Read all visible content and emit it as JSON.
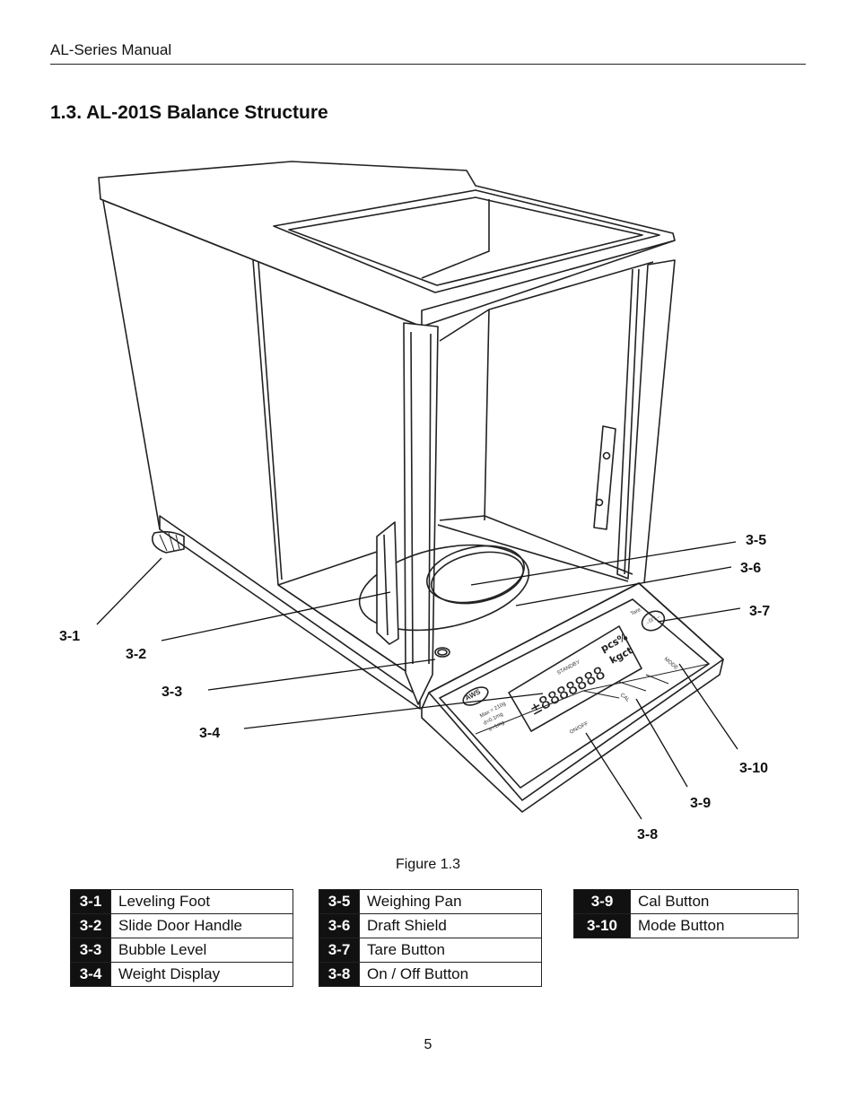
{
  "header": {
    "running_title": "AL-Series Manual"
  },
  "section": {
    "title": "1.3.  AL-201S Balance Structure"
  },
  "figure": {
    "caption": "Figure 1.3",
    "callouts": [
      "3-1",
      "3-2",
      "3-3",
      "3-4",
      "3-5",
      "3-6",
      "3-7",
      "3-8",
      "3-9",
      "3-10"
    ],
    "panel_text": {
      "standby": "STANDBY",
      "digits": "±8888888",
      "units_top": "pcs%",
      "units_bottom": "kgct",
      "brand": "AWS",
      "spec_1": "Max = 210g",
      "spec_2": "d=0.1mg",
      "spec_3": "e=1mg",
      "tare": "Tare",
      "tare_btn": "→0/T←",
      "cal": "CAL",
      "mode": "MODE",
      "onoff": "ON/OFF"
    }
  },
  "legend": {
    "col1": [
      {
        "code": "3-1",
        "label": "Leveling Foot"
      },
      {
        "code": "3-2",
        "label": "Slide Door Handle"
      },
      {
        "code": "3-3",
        "label": "Bubble Level"
      },
      {
        "code": "3-4",
        "label": "Weight Display"
      }
    ],
    "col2": [
      {
        "code": "3-5",
        "label": "Weighing Pan"
      },
      {
        "code": "3-6",
        "label": "Draft Shield"
      },
      {
        "code": "3-7",
        "label": "Tare Button"
      },
      {
        "code": "3-8",
        "label": "On / Off Button"
      }
    ],
    "col3": [
      {
        "code": "3-9",
        "label": "Cal Button"
      },
      {
        "code": "3-10",
        "label": "Mode Button"
      }
    ]
  },
  "footer": {
    "page_number": "5"
  }
}
